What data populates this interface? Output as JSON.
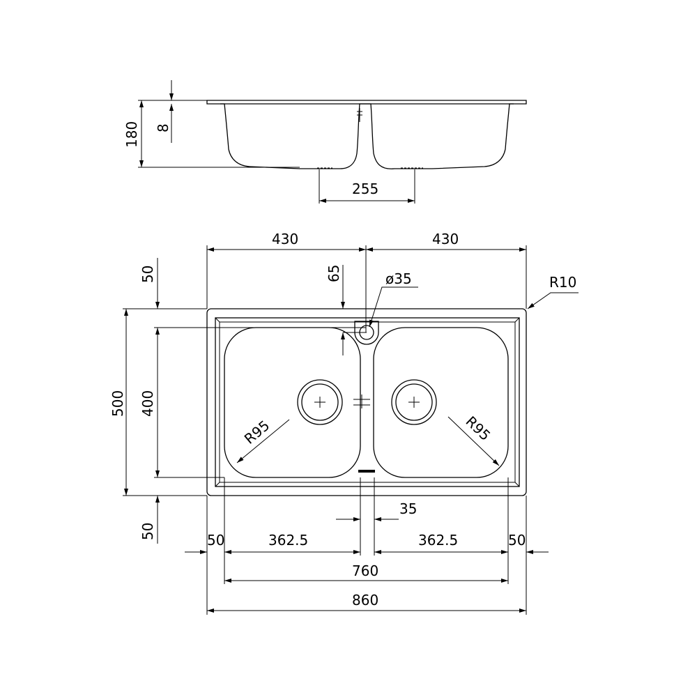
{
  "side_view": {
    "depth": "180",
    "rim_thickness": "8",
    "drain_spacing": "255"
  },
  "plan_view": {
    "bowl_width_left": "430",
    "bowl_width_right": "430",
    "overflow_offset": "65",
    "overflow_diameter": "ø35",
    "corner_radius": "R10",
    "top_margin": "50",
    "overall_depth": "500",
    "bowl_depth": "400",
    "bottom_margin": "50",
    "bowl_radius_left": "R95",
    "bowl_radius_right": "R95",
    "divider_width": "35",
    "side_margin_left": "50",
    "bowl_inner_left": "362.5",
    "bowl_inner_right": "362.5",
    "side_margin_right": "50",
    "inner_width": "760",
    "overall_width": "860"
  }
}
